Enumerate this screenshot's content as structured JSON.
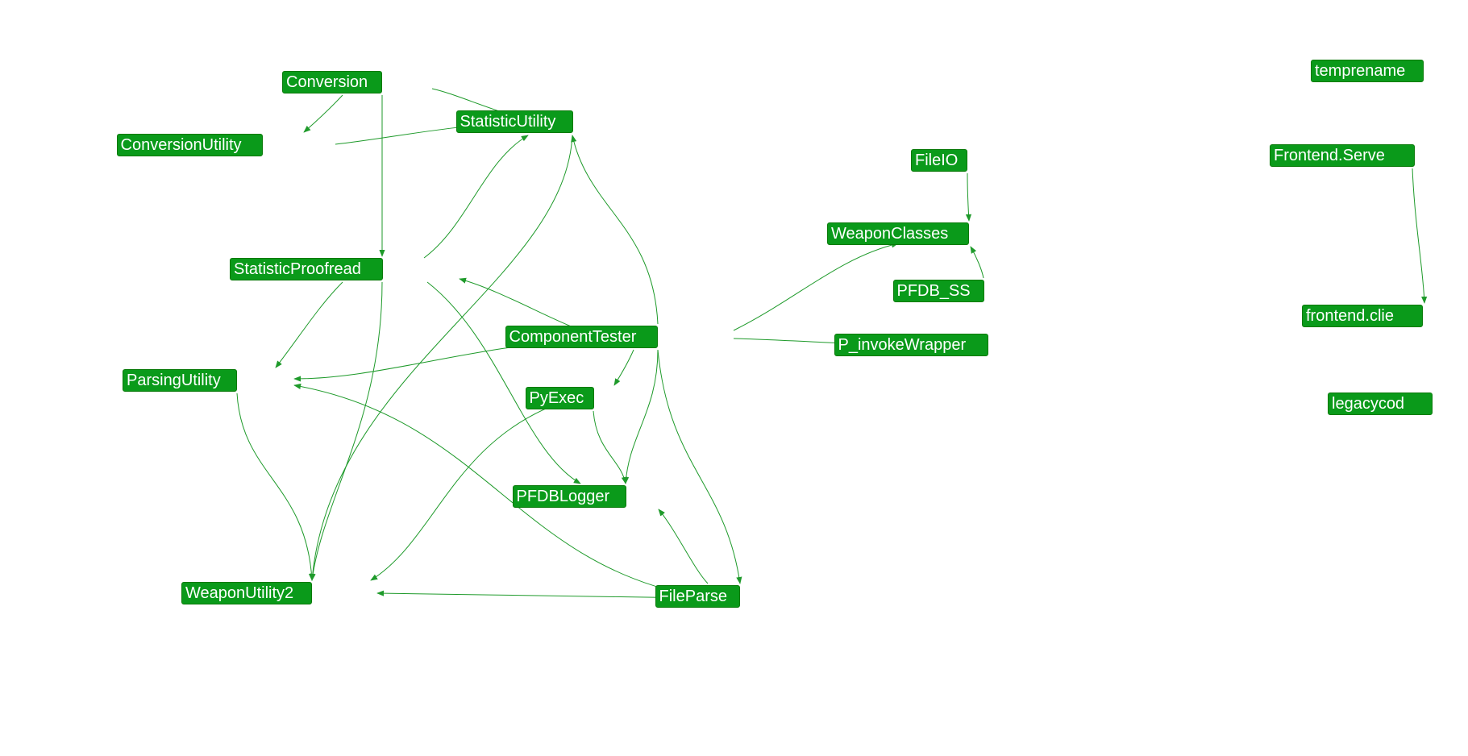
{
  "colors": {
    "node_fill": "#0a9a1a",
    "node_border": "#0a7a0a",
    "node_text": "#ffffff",
    "edge": "#1e9a2a",
    "background": "#ffffff"
  },
  "nodes": [
    {
      "id": "Conversion",
      "label": "Conversion"
    },
    {
      "id": "ConversionUtility",
      "label": "ConversionUtility"
    },
    {
      "id": "StatisticUtility",
      "label": "StatisticUtility"
    },
    {
      "id": "StatisticProofread",
      "label": "StatisticProofread"
    },
    {
      "id": "ComponentTester",
      "label": "ComponentTester"
    },
    {
      "id": "ParsingUtility",
      "label": "ParsingUtility"
    },
    {
      "id": "PyExec",
      "label": "PyExec"
    },
    {
      "id": "PFDBLogger",
      "label": "PFDBLogger"
    },
    {
      "id": "WeaponUtility2",
      "label": "WeaponUtility2"
    },
    {
      "id": "FileParse",
      "label": "FileParse"
    },
    {
      "id": "FileIO",
      "label": "FileIO"
    },
    {
      "id": "WeaponClasses",
      "label": "WeaponClasses"
    },
    {
      "id": "PFDB_SS",
      "label": "PFDB_SS"
    },
    {
      "id": "P_invokeWrapper",
      "label": "P_invokeWrapper"
    },
    {
      "id": "temprename",
      "label": "temprename"
    },
    {
      "id": "Frontend.Server",
      "label": "Frontend.Serve"
    },
    {
      "id": "frontend.client",
      "label": "frontend.clie"
    },
    {
      "id": "legacycode",
      "label": "legacycod"
    }
  ],
  "edges": [
    {
      "from": "Conversion",
      "to": "ConversionUtility"
    },
    {
      "from": "Conversion",
      "to": "StatisticUtility"
    },
    {
      "from": "Conversion",
      "to": "StatisticProofread"
    },
    {
      "from": "ConversionUtility",
      "to": "StatisticUtility"
    },
    {
      "from": "StatisticProofread",
      "to": "StatisticUtility"
    },
    {
      "from": "StatisticProofread",
      "to": "ParsingUtility"
    },
    {
      "from": "StatisticProofread",
      "to": "WeaponUtility2"
    },
    {
      "from": "StatisticProofread",
      "to": "PFDBLogger"
    },
    {
      "from": "ComponentTester",
      "to": "StatisticUtility"
    },
    {
      "from": "ComponentTester",
      "to": "StatisticProofread"
    },
    {
      "from": "ComponentTester",
      "to": "ParsingUtility"
    },
    {
      "from": "ComponentTester",
      "to": "PyExec"
    },
    {
      "from": "ComponentTester",
      "to": "PFDBLogger"
    },
    {
      "from": "ComponentTester",
      "to": "FileParse"
    },
    {
      "from": "ComponentTester",
      "to": "WeaponClasses"
    },
    {
      "from": "ComponentTester",
      "to": "P_invokeWrapper"
    },
    {
      "from": "ParsingUtility",
      "to": "WeaponUtility2"
    },
    {
      "from": "StatisticUtility",
      "to": "WeaponUtility2"
    },
    {
      "from": "PyExec",
      "to": "PFDBLogger"
    },
    {
      "from": "PyExec",
      "to": "WeaponUtility2"
    },
    {
      "from": "FileParse",
      "to": "PFDBLogger"
    },
    {
      "from": "FileParse",
      "to": "ParsingUtility"
    },
    {
      "from": "FileParse",
      "to": "WeaponUtility2"
    },
    {
      "from": "FileIO",
      "to": "WeaponClasses"
    },
    {
      "from": "PFDB_SS",
      "to": "WeaponClasses"
    },
    {
      "from": "Frontend.Server",
      "to": "frontend.client"
    }
  ]
}
